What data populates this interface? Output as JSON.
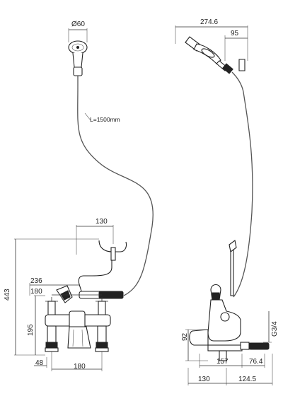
{
  "dimensions": {
    "head_diameter": "Ø60",
    "hose_length": "L=1500mm",
    "side_head_width": "274.6",
    "side_head_offset": "95",
    "cradle_width": "130",
    "front_overall_width": "236",
    "front_tap_spacing": "180",
    "overall_height": "443",
    "body_height": "195",
    "base_offset": "48",
    "base_spacing": "180",
    "spout_height": "92",
    "spout_reach": "157",
    "outlet_thread": "G3/4",
    "outlet_length": "76.4",
    "side_base_left": "130",
    "side_base_right": "124.5"
  },
  "colors": {
    "line": "#333333",
    "handle": "#222222",
    "background": "#ffffff"
  }
}
